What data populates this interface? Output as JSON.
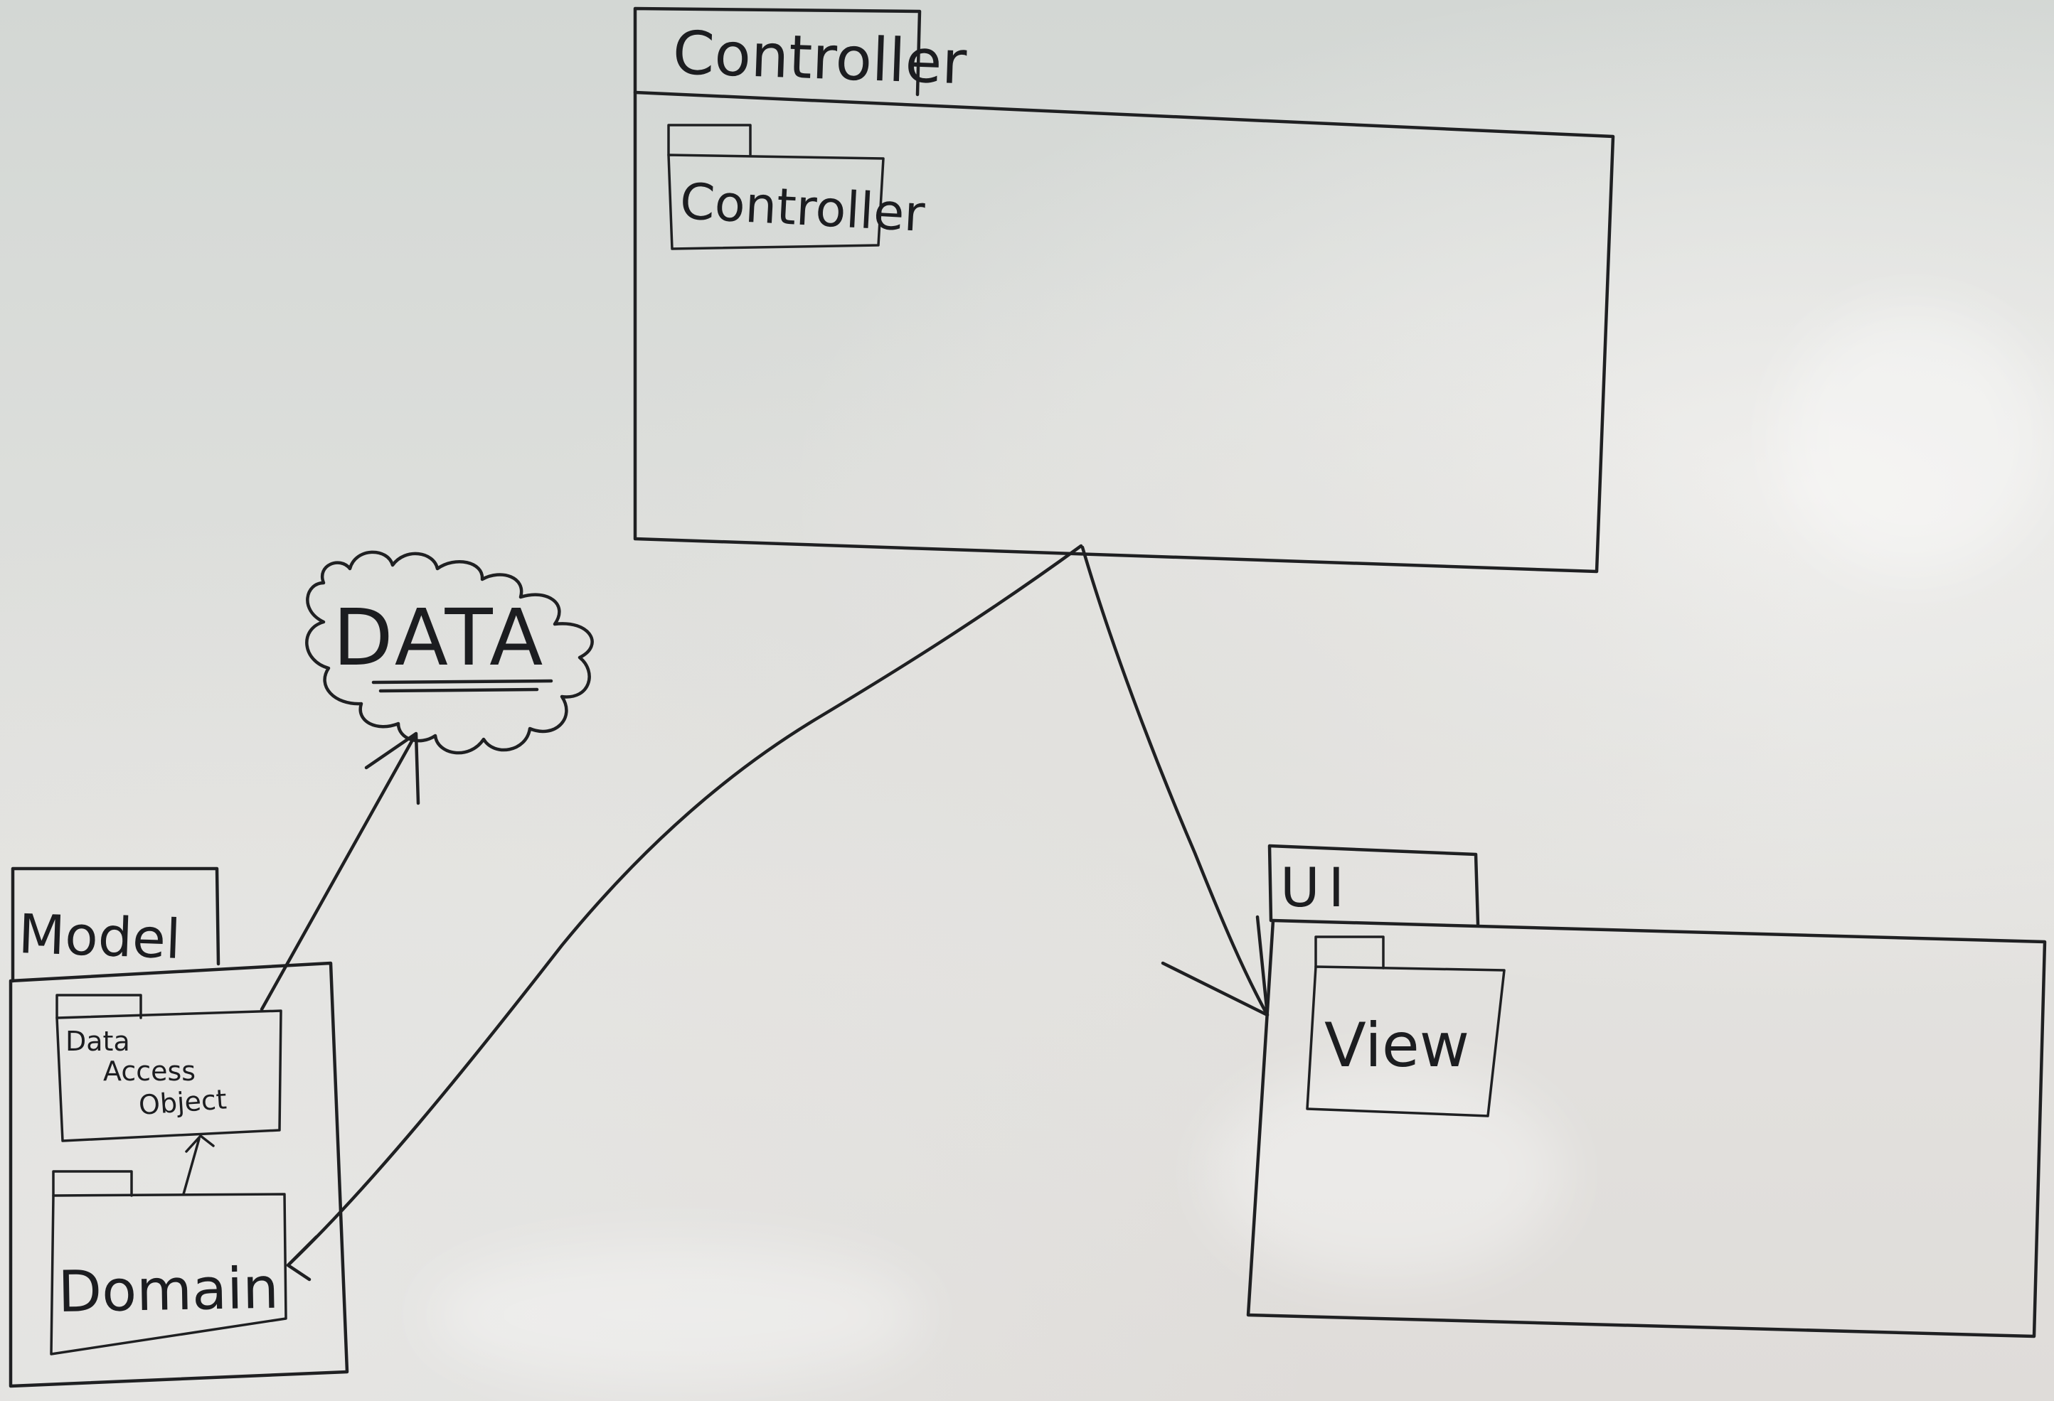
{
  "diagram": {
    "packages": {
      "controller": {
        "tab_label": "Controller",
        "inner": {
          "label": "Controller"
        }
      },
      "model": {
        "tab_label": "Model",
        "inner": [
          {
            "label_lines": [
              "Data",
              "Access",
              "Object"
            ]
          },
          {
            "label": "Domain"
          }
        ]
      },
      "ui": {
        "tab_label": "UI",
        "inner": {
          "label": "View"
        }
      }
    },
    "data_store": {
      "label": "DATA"
    }
  }
}
